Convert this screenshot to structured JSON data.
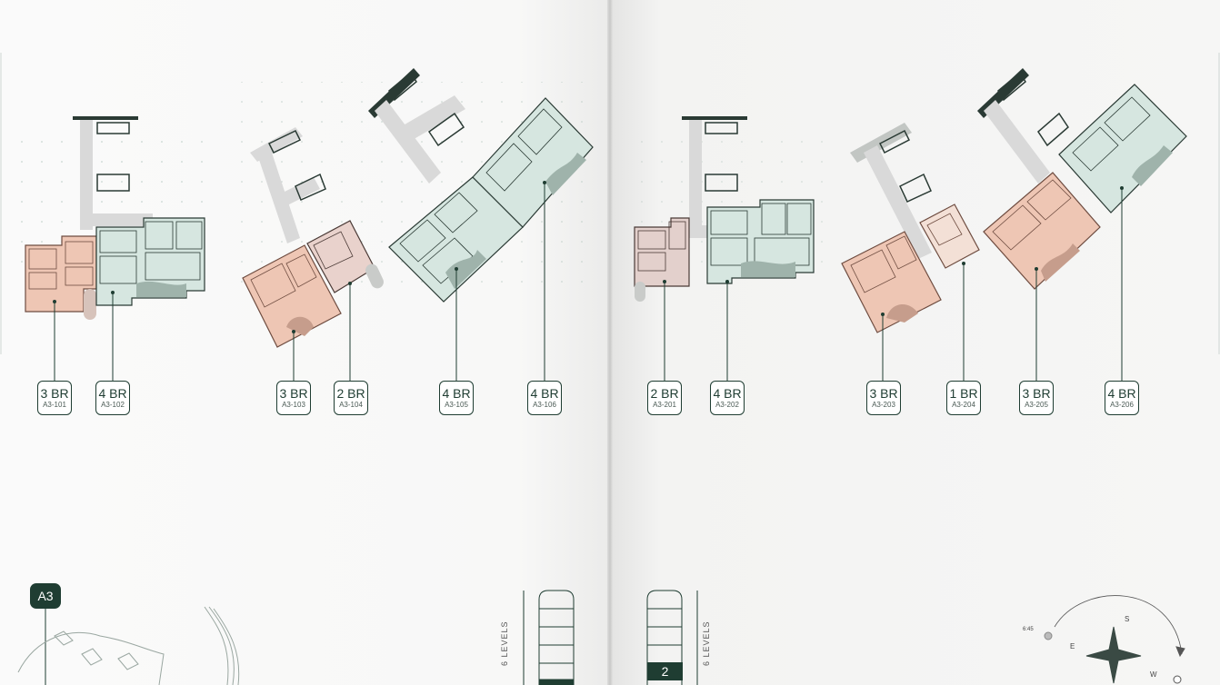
{
  "colors": {
    "accent": "#1f3d32",
    "unit_green": "#d6e6e0",
    "unit_salmon": "#eec6b4",
    "unit_mauve": "#e3d0cc"
  },
  "badge": "A3",
  "left_page": {
    "levels_label": "6 LEVELS",
    "units": [
      {
        "br": "3 BR",
        "id": "A3-101"
      },
      {
        "br": "4 BR",
        "id": "A3-102"
      },
      {
        "br": "3 BR",
        "id": "A3-103"
      },
      {
        "br": "2 BR",
        "id": "A3-104"
      },
      {
        "br": "4 BR",
        "id": "A3-105"
      },
      {
        "br": "4 BR",
        "id": "A3-106"
      }
    ]
  },
  "right_page": {
    "levels_label": "6 LEVELS",
    "current_level": "2",
    "units": [
      {
        "br": "2 BR",
        "id": "A3-201"
      },
      {
        "br": "4 BR",
        "id": "A3-202"
      },
      {
        "br": "3 BR",
        "id": "A3-203"
      },
      {
        "br": "1 BR",
        "id": "A3-204"
      },
      {
        "br": "3 BR",
        "id": "A3-205"
      },
      {
        "br": "4 BR",
        "id": "A3-206"
      }
    ]
  },
  "compass": {
    "S": "S",
    "E": "E",
    "W": "W",
    "sun_label": "6:45"
  }
}
